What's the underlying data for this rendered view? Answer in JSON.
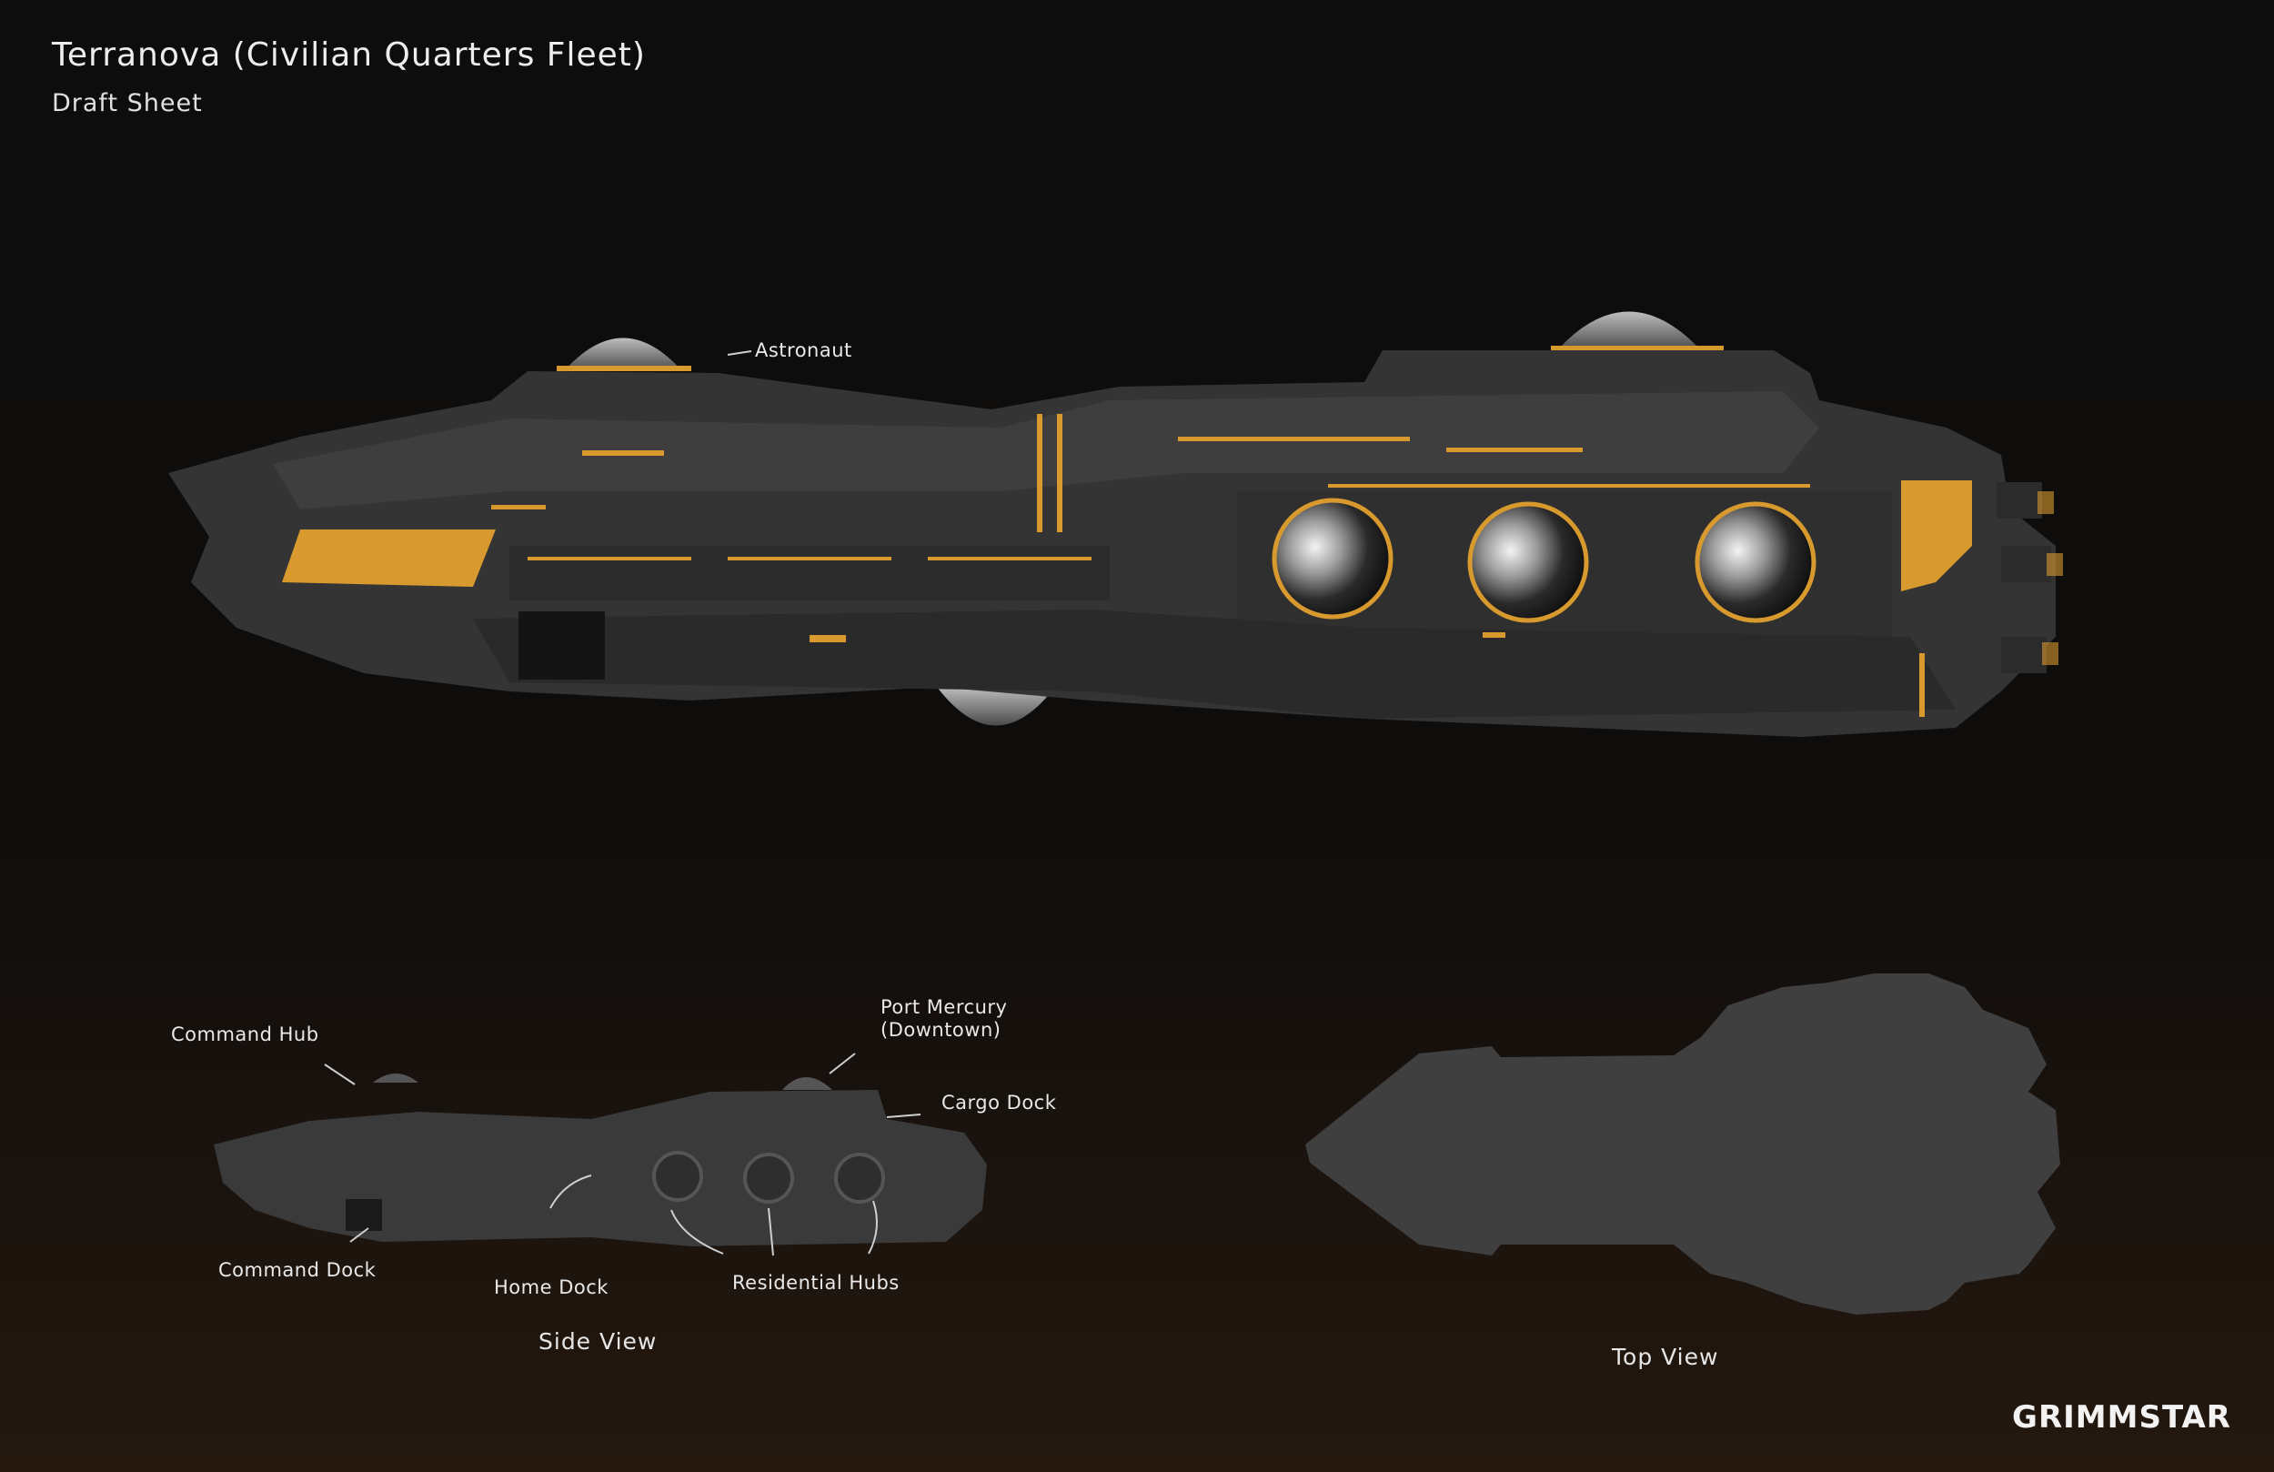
{
  "header": {
    "title": "Terranova (Civilian Quarters Fleet)",
    "subtitle": "Draft Sheet"
  },
  "main_view": {
    "callout_astronaut": "Astronaut"
  },
  "side_view": {
    "caption": "Side View",
    "callouts": {
      "command_hub": "Command Hub",
      "port_mercury_line1": "Port Mercury",
      "port_mercury_line2": "(Downtown)",
      "cargo_dock": "Cargo Dock",
      "command_dock": "Command Dock",
      "home_dock": "Home Dock",
      "residential_hubs": "Residential Hubs"
    }
  },
  "top_view": {
    "caption": "Top View"
  },
  "brand": {
    "logo_text": "GRIMMSTAR"
  },
  "colors": {
    "hull": "#3a3a3a",
    "hull_dark": "#2b2b2b",
    "accent_gold": "#d89a2e",
    "silhouette": "#3f3f3f"
  }
}
